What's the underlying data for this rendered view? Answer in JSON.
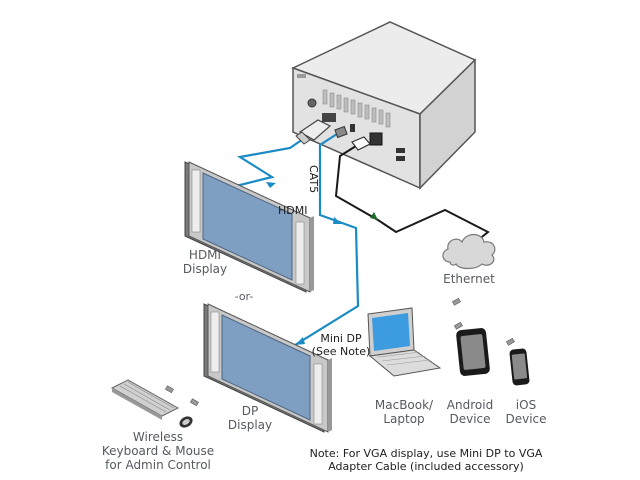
{
  "title": "Connection diagram",
  "colors": {
    "video_cable": "#1a8bc4",
    "network_cable": "#1a1a1a",
    "arrow_green": "#1e6b2e",
    "device_body": "#e8e8e8",
    "screen_blue": "#7f9fc2",
    "text": "#555a60"
  },
  "device": {
    "name": "main-unit",
    "ports": [
      "power",
      "hdmi-out",
      "mini-dp-out",
      "ethernet-rj45",
      "usb"
    ]
  },
  "cables": {
    "hdmi": "HDMI",
    "cat5": "CAT5",
    "mini_dp": "Mini DP",
    "mini_dp_note": "(See Note)"
  },
  "displays": {
    "hdmi_line1": "HDMI",
    "hdmi_line2": "Display",
    "or": "-or-",
    "dp_line1": "DP",
    "dp_line2": "Display"
  },
  "network": {
    "label": "Ethernet"
  },
  "wireless_input": {
    "line1": "Wireless",
    "line2": "Keyboard & Mouse",
    "line3": "for Admin Control"
  },
  "clients": [
    {
      "line1": "MacBook/",
      "line2": "Laptop"
    },
    {
      "line1": "Android",
      "line2": "Device"
    },
    {
      "line1": "iOS",
      "line2": "Device"
    }
  ],
  "note": {
    "line1": "Note: For VGA display, use Mini DP to VGA",
    "line2": "Adapter Cable (included accessory)"
  }
}
